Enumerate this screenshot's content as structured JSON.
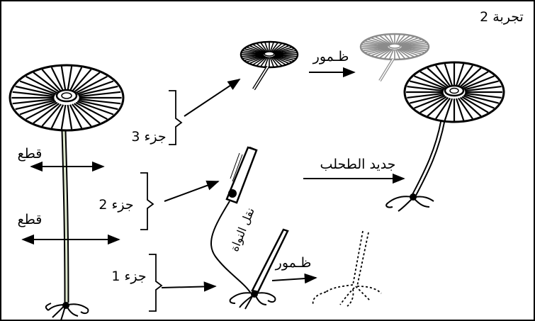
{
  "title": "تجربة 2",
  "labels": {
    "cut_upper": "قطع",
    "cut_lower": "قطع",
    "part3": "جزء 3",
    "part2": "جزء 2",
    "part1": "جزء 1",
    "wilting_top": "ظـمور",
    "wilting_bottom": "ظـمور",
    "new_alga": "جديد الطحلب",
    "nucleus_transfer": "نقل النواة"
  }
}
